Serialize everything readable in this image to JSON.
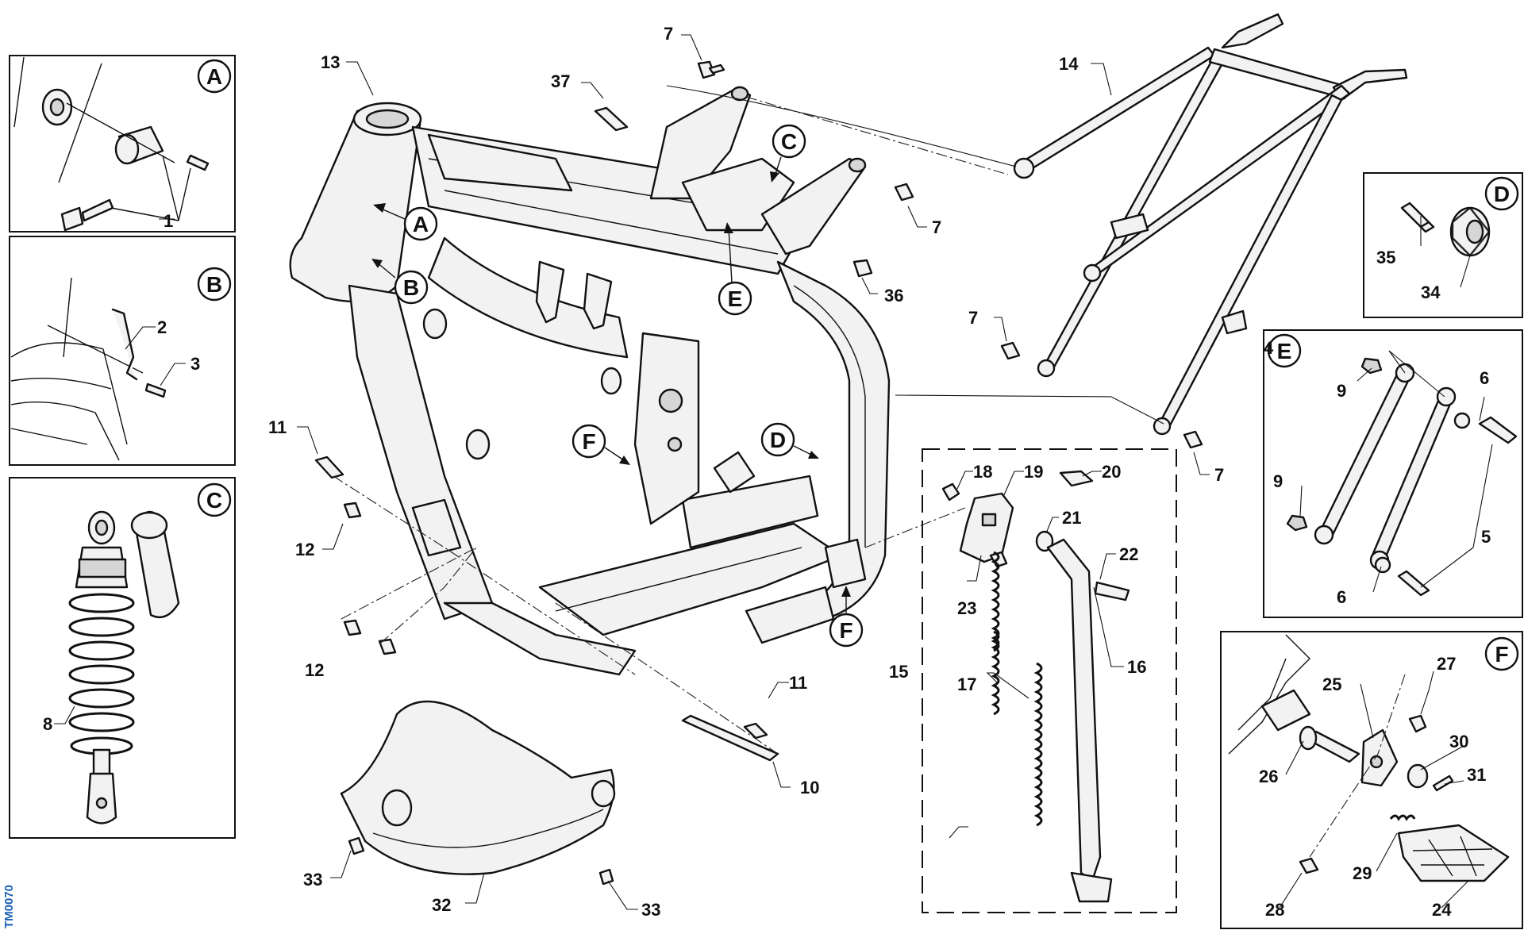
{
  "drawing_code": "TM0070",
  "detail_boxes": [
    {
      "letter": "A"
    },
    {
      "letter": "B"
    },
    {
      "letter": "C"
    },
    {
      "letter": "D"
    },
    {
      "letter": "E"
    },
    {
      "letter": "F"
    }
  ],
  "frame_callouts": [
    "A",
    "B",
    "C",
    "D",
    "E",
    "F",
    "F"
  ],
  "part_labels": {
    "p1": "1",
    "p2": "2",
    "p3": "3",
    "p4": "4",
    "p5": "5",
    "p6a": "6",
    "p6b": "6",
    "p7a": "7",
    "p7b": "7",
    "p7c": "7",
    "p7d": "7",
    "p8": "8",
    "p9a": "9",
    "p9b": "9",
    "p10": "10",
    "p11a": "11",
    "p11b": "11",
    "p12a": "12",
    "p12b": "12",
    "p13": "13",
    "p14": "14",
    "p15": "15",
    "p16": "16",
    "p17": "17",
    "p18": "18",
    "p19": "19",
    "p20": "20",
    "p21": "21",
    "p22": "22",
    "p23": "23",
    "p24": "24",
    "p25": "25",
    "p26": "26",
    "p27": "27",
    "p28": "28",
    "p29": "29",
    "p30": "30",
    "p31": "31",
    "p32": "32",
    "p33a": "33",
    "p33b": "33",
    "p34": "34",
    "p35": "35",
    "p36": "36",
    "p37": "37"
  }
}
